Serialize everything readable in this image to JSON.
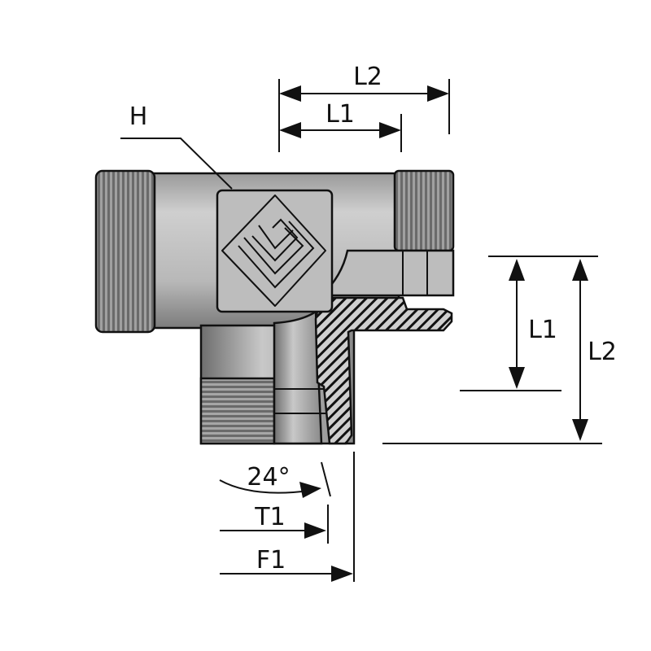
{
  "title": "Tee fitting dimension diagram",
  "labels": {
    "hex": "H",
    "top_l2": "L2",
    "top_l1": "L1",
    "right_l1": "L1",
    "right_l2": "L2",
    "angle": "24°",
    "t1": "T1",
    "f1": "F1"
  },
  "colors": {
    "outline": "#111111",
    "metal_light": "#c4c4c4",
    "metal_dark": "#7a7a7a"
  }
}
